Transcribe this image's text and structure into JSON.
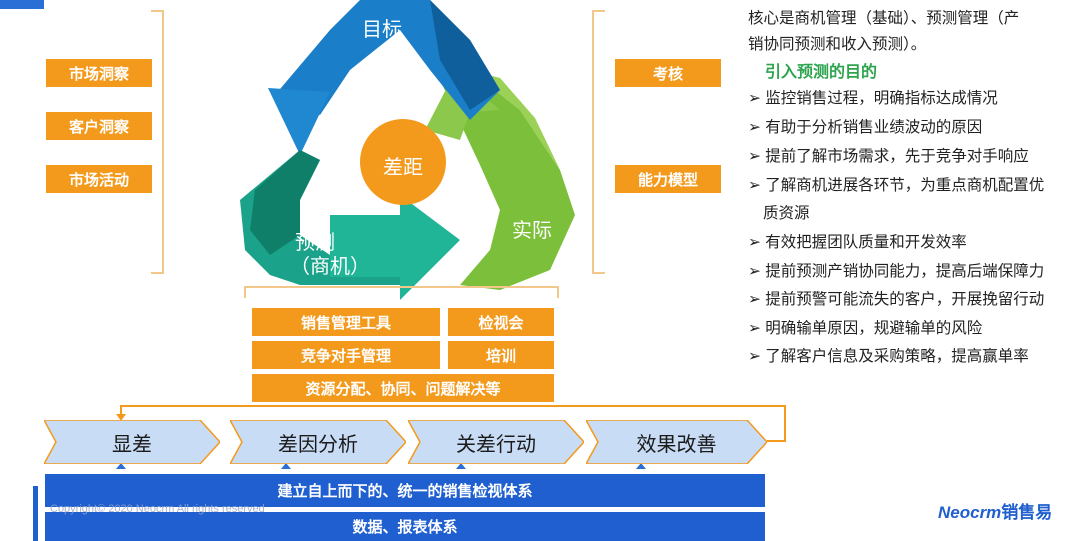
{
  "left_boxes": [
    "市场洞察",
    "客户洞察",
    "市场活动"
  ],
  "right_boxes": [
    "考核",
    "能力模型"
  ],
  "cycle": {
    "top": "目标",
    "center": "差距",
    "right": "实际",
    "left_line1": "预测",
    "left_line2": "（商机）"
  },
  "tools": {
    "sales_tool": "销售管理工具",
    "review": "检视会",
    "competitor": "竞争对手管理",
    "training": "培训",
    "resources": "资源分配、协同、问题解决等"
  },
  "process": [
    "显差",
    "差因分析",
    "关差行动",
    "效果改善"
  ],
  "bars": {
    "top": "建立自上而下的、统一的销售检视体系",
    "bottom": "数据、报表体系"
  },
  "copyright": "Copyright© 2020 Neocrm  All rights reserved",
  "brand": {
    "latin": "Neocrm",
    "cn": "销售易"
  },
  "right_text": {
    "intro_line1": "核心是商机管理（基础）、预测管理（产",
    "intro_line2": "销协同预测和收入预测）。",
    "heading": "引入预测的目的",
    "bullets": [
      "➢ 监控销售过程，明确指标达成情况",
      "➢ 有助于分析销售业绩波动的原因",
      "➢ 提前了解市场需求，先于竞争对手响应",
      "➢ 了解商机进展各环节，为重点商机配置优",
      "质资源",
      "➢ 有效把握团队质量和开发效率",
      "➢ 提前预测产销协同能力，提高后端保障力",
      "➢ 提前预警可能流失的客户，开展挽留行动",
      "➢ 明确输单原因，规避输单的风险",
      "➢ 了解客户信息及采购策略，提高赢单率"
    ]
  },
  "colors": {
    "orange": "#f39a1d",
    "blue": "#1f5fcf",
    "green_heading": "#2ea44f",
    "chevron": "#c9dcf5"
  }
}
